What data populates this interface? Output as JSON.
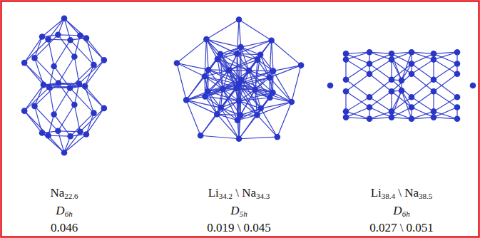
{
  "diagram": {
    "labels": [
      "Na22.6",
      "D6h",
      "0.046",
      "Li34.2 \\ Na34.3",
      "D5h",
      "0.019 \\ 0.045",
      "Li38.4 \\ Na38.5",
      "D6h",
      "0.027 \\ 0.051"
    ]
  }
}
